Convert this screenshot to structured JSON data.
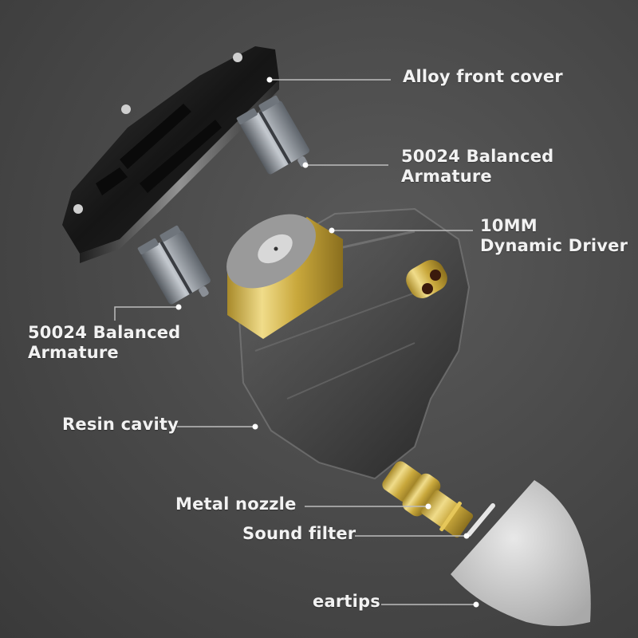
{
  "image": {
    "subject": "exploded view of in-ear monitor earphone",
    "background_color": "#4a4a4a",
    "leader_line_color": "#bdbdbd",
    "dot_color": "#ffffff",
    "label_color": "#f2f2f2"
  },
  "components": {
    "front_cover": {
      "icon": "alloy-front-cover-icon",
      "color": "#1e1e1e"
    },
    "ba_driver_top": {
      "icon": "balanced-armature-icon",
      "color": "#8a8f96"
    },
    "ba_driver_left": {
      "icon": "balanced-armature-icon",
      "color": "#8a8f96"
    },
    "dynamic_driver": {
      "icon": "dynamic-driver-icon",
      "color": "#c9a83c"
    },
    "resin_cavity": {
      "icon": "resin-shell-icon",
      "color": "#2f2f2f"
    },
    "metal_nozzle": {
      "icon": "nozzle-icon",
      "color": "#d8b94a"
    },
    "sound_filter": {
      "icon": "filter-ring-icon",
      "color": "#e0e0e0"
    },
    "eartip": {
      "icon": "eartip-icon",
      "color": "#cfcfcf"
    }
  },
  "labels": {
    "alloy_front_cover": [
      "Alloy front cover"
    ],
    "ba_top": [
      "50024 Balanced",
      "Armature"
    ],
    "dynamic_driver": [
      "10MM",
      "Dynamic Driver"
    ],
    "ba_left": [
      "50024 Balanced",
      "Armature"
    ],
    "resin_cavity": [
      "Resin cavity"
    ],
    "metal_nozzle": [
      "Metal nozzle"
    ],
    "sound_filter": [
      "Sound filter"
    ],
    "eartips": [
      "eartips"
    ]
  }
}
